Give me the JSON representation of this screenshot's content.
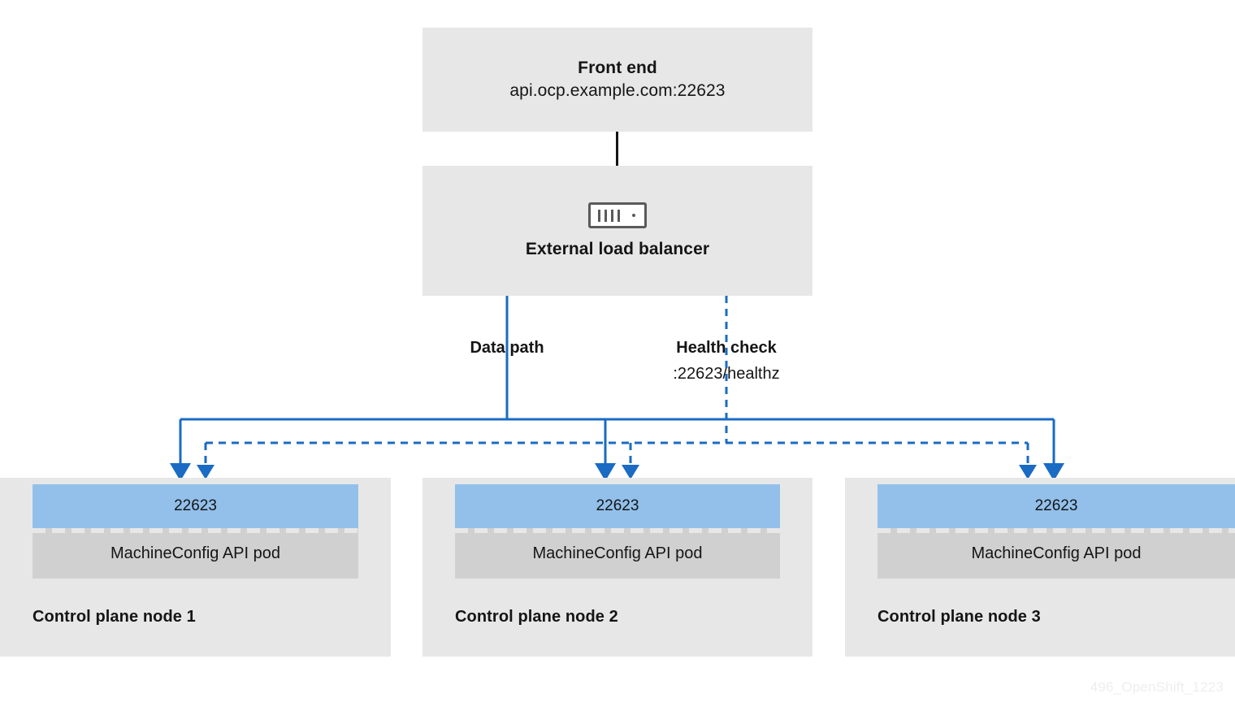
{
  "diagram": {
    "colors": {
      "box_gray": "#e7e7e7",
      "pod_gray": "#d0d0d0",
      "port_blue": "#92c0eb",
      "line_blue": "#1a6bc4",
      "connector_black": "#151515",
      "watermark_gray": "#eeeeee"
    },
    "frontend": {
      "title": "Front end",
      "address": "api.ocp.example.com:22623"
    },
    "load_balancer": {
      "icon": "load-balancer-icon",
      "label": "External load balancer"
    },
    "paths": {
      "data_path": {
        "label": "Data path",
        "detail": ""
      },
      "health_check": {
        "label": "Health check",
        "detail": ":22623/healthz"
      }
    },
    "nodes": [
      {
        "port": "22623",
        "pod": "MachineConfig API pod",
        "title": "Control plane node 1"
      },
      {
        "port": "22623",
        "pod": "MachineConfig API pod",
        "title": "Control plane node 2"
      },
      {
        "port": "22623",
        "pod": "MachineConfig API pod",
        "title": "Control plane node 3"
      }
    ],
    "watermark": "496_OpenShift_1223"
  }
}
